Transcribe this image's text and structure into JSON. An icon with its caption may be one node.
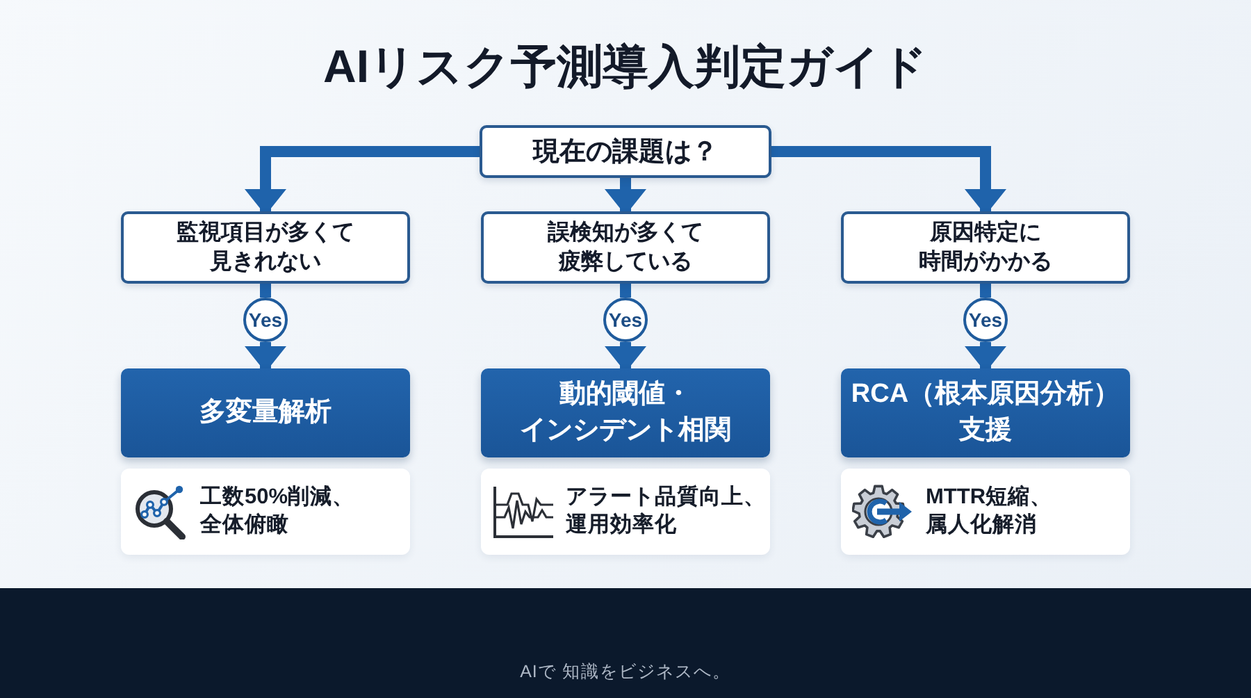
{
  "diagram": {
    "title": "AIリスク予測導入判定ガイド",
    "nodes": [
      {
        "text": [
          "現在の課題は？"
        ]
      },
      {
        "text": [
          "監視項目が多くて見きれない"
        ]
      },
      {
        "text": [
          "誤検知が多くて疲弊している"
        ]
      },
      {
        "text": [
          "原因特定に時間がかかる"
        ]
      },
      {
        "text": [
          "Yes"
        ]
      },
      {
        "text": [
          "Yes"
        ]
      },
      {
        "text": [
          "Yes"
        ]
      },
      {
        "text": [
          "多変量解析"
        ]
      },
      {
        "text": [
          "動的閾値・インシデント相関"
        ]
      },
      {
        "text": [
          "RCA（根本原因分析）支援"
        ]
      },
      {
        "text": [
          "工数50%削減、全体俯瞰"
        ]
      },
      {
        "text": [
          "アラート品質向上、運用効率化"
        ]
      },
      {
        "text": [
          "MTTR短縮、属人化解消"
        ]
      }
    ],
    "edges": [
      {
        "from": 0,
        "to": 1,
        "arrow": "to"
      },
      {
        "from": 0,
        "to": 2,
        "arrow": "to"
      },
      {
        "from": 0,
        "to": 3,
        "arrow": "to"
      },
      {
        "from": 1,
        "to": 4,
        "arrow": "none"
      },
      {
        "from": 4,
        "to": 7,
        "arrow": "to"
      },
      {
        "from": 2,
        "to": 5,
        "arrow": "none"
      },
      {
        "from": 5,
        "to": 8,
        "arrow": "to"
      },
      {
        "from": 3,
        "to": 6,
        "arrow": "none"
      },
      {
        "from": 6,
        "to": 9,
        "arrow": "to"
      }
    ],
    "labels": [
      "AIで 知識をビジネスへ。"
    ]
  }
}
